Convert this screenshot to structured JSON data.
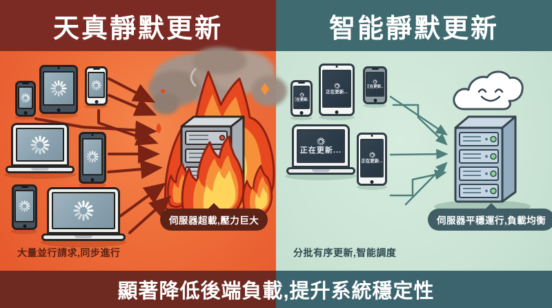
{
  "left_panel": {
    "header": "天真靜默更新",
    "caption": "大量並行請求,同步進行",
    "server_label": "伺服器超載,壓力巨大"
  },
  "right_panel": {
    "header": "智能靜默更新",
    "caption": "分批有序更新,智能調度",
    "server_label": "伺服器平穩運行,負載均衡",
    "device_screen_text": "正在更新..."
  },
  "footer": {
    "banner": "顯著降低後端負載,提升系統穩定性"
  },
  "colors": {
    "left_header_bg": "#7B2B24",
    "left_body": "#EE6C38",
    "right_header_bg": "#3E6A70",
    "right_body": "#CBE4D6",
    "footer_left_bg": "#6E2A20",
    "footer_right_bg": "#3C646E",
    "left_arrow": "#7A2315",
    "right_arrow": "#4E7F7B",
    "flame_outer": "#E8481F",
    "flame_mid": "#F6913A",
    "flame_core": "#FFD45A",
    "led_green": "#86D796",
    "led_red": "#D4542E"
  },
  "icons": {
    "loading-spinner-icon": "white radial lines",
    "fire-icon": "layered flame shapes",
    "smoke-icon": "gray puff ellipses",
    "happy-cloud-icon": "white cloud with smiling face",
    "request-arrow-icon": "line with triangle head"
  }
}
